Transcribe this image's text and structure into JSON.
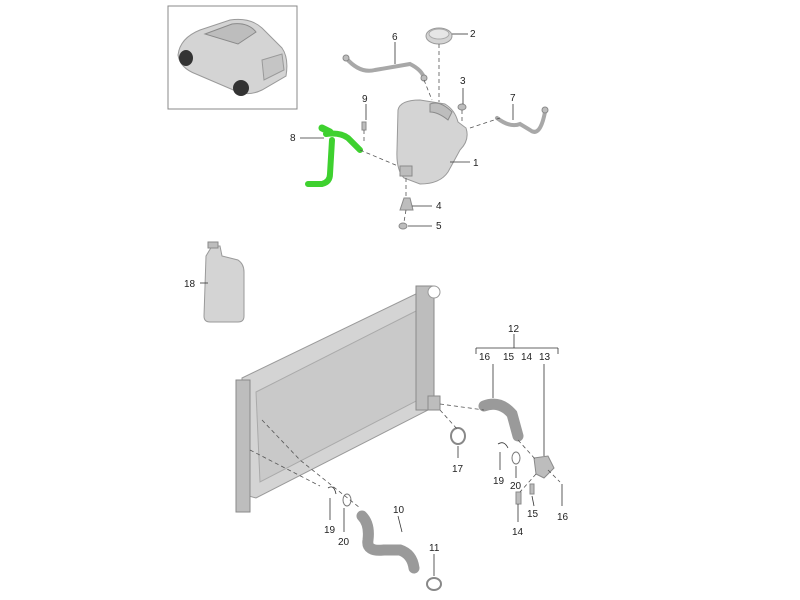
{
  "callouts": [
    {
      "id": "1",
      "label": "1"
    },
    {
      "id": "2",
      "label": "2"
    },
    {
      "id": "3",
      "label": "3"
    },
    {
      "id": "4",
      "label": "4"
    },
    {
      "id": "5",
      "label": "5"
    },
    {
      "id": "6",
      "label": "6"
    },
    {
      "id": "7",
      "label": "7"
    },
    {
      "id": "8",
      "label": "8"
    },
    {
      "id": "9",
      "label": "9"
    },
    {
      "id": "10",
      "label": "10"
    },
    {
      "id": "11",
      "label": "11"
    },
    {
      "id": "12",
      "label": "12"
    },
    {
      "id": "13",
      "label": "13"
    },
    {
      "id": "14",
      "label": "14"
    },
    {
      "id": "15",
      "label": "15"
    },
    {
      "id": "16",
      "label": "16"
    },
    {
      "id": "17",
      "label": "17"
    },
    {
      "id": "18",
      "label": "18"
    },
    {
      "id": "19",
      "label": "19"
    },
    {
      "id": "20",
      "label": "20"
    }
  ],
  "colors": {
    "highlight": "#3ed12f",
    "part_fill": "#d4d4d4",
    "line": "#333333"
  }
}
